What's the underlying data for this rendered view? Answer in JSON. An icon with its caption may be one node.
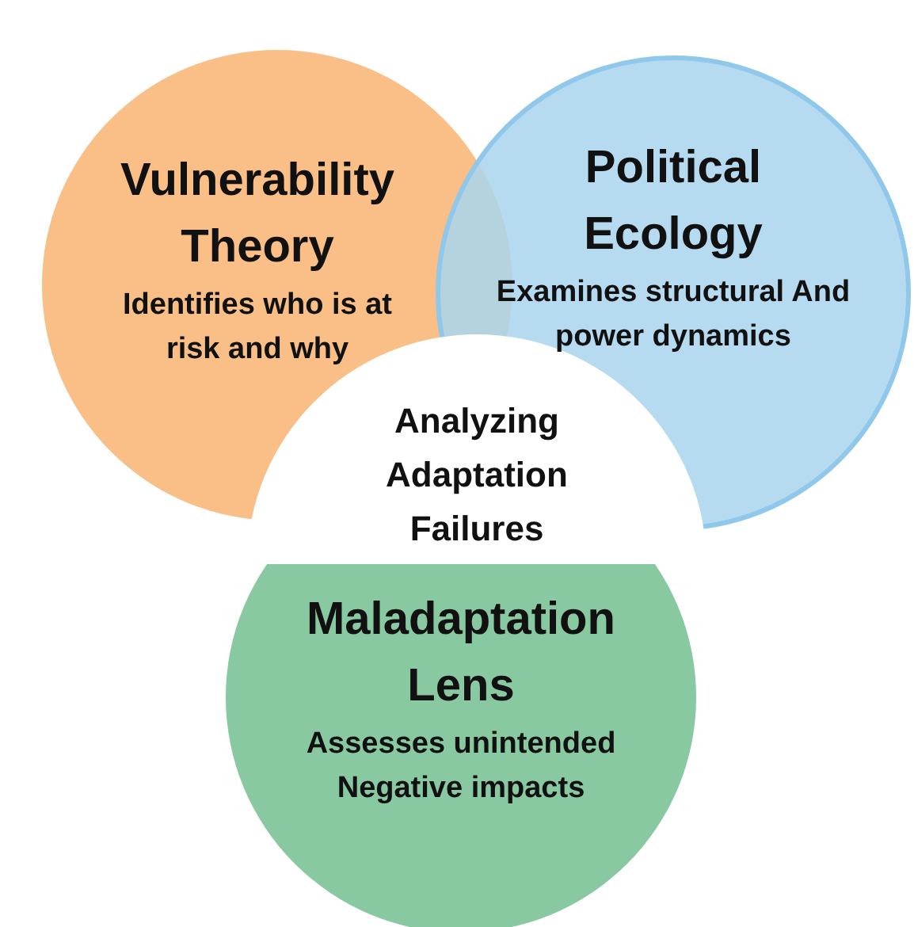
{
  "diagram": {
    "nodes": [
      {
        "text": [
          "Vulnerability Theory",
          "Identifies who is at risk and why"
        ]
      },
      {
        "text": [
          "Political Ecology",
          "Examines structural And power dynamics"
        ]
      },
      {
        "text": [
          "Maladaptation Lens",
          "Assesses unintended Negative impacts"
        ]
      },
      {
        "text": [
          "Analyzing Adaptation Failures"
        ]
      }
    ],
    "edges": []
  }
}
